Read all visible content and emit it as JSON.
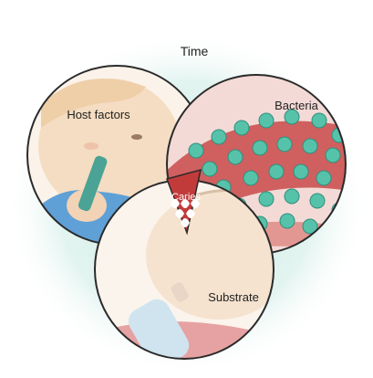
{
  "labels": {
    "time": "Time",
    "host_factors": "Host factors",
    "bacteria": "Bacteria",
    "substrate": "Substrate",
    "caries": "Caries"
  },
  "colors": {
    "halo": "#bfe6dd",
    "outline": "#2a2a2a",
    "host_skin": "#f4ddc2",
    "host_shirt": "#5fa0d6",
    "bacteria_bg": "#f3dad6",
    "bacteria_band": "#c84a4a",
    "bacteria_cell": "#56c2aa",
    "substrate_skin": "#f5e3cf",
    "bottle": "#cfe4ef",
    "caries_bg": "#c23b3b",
    "tooth": "#ffffff"
  }
}
